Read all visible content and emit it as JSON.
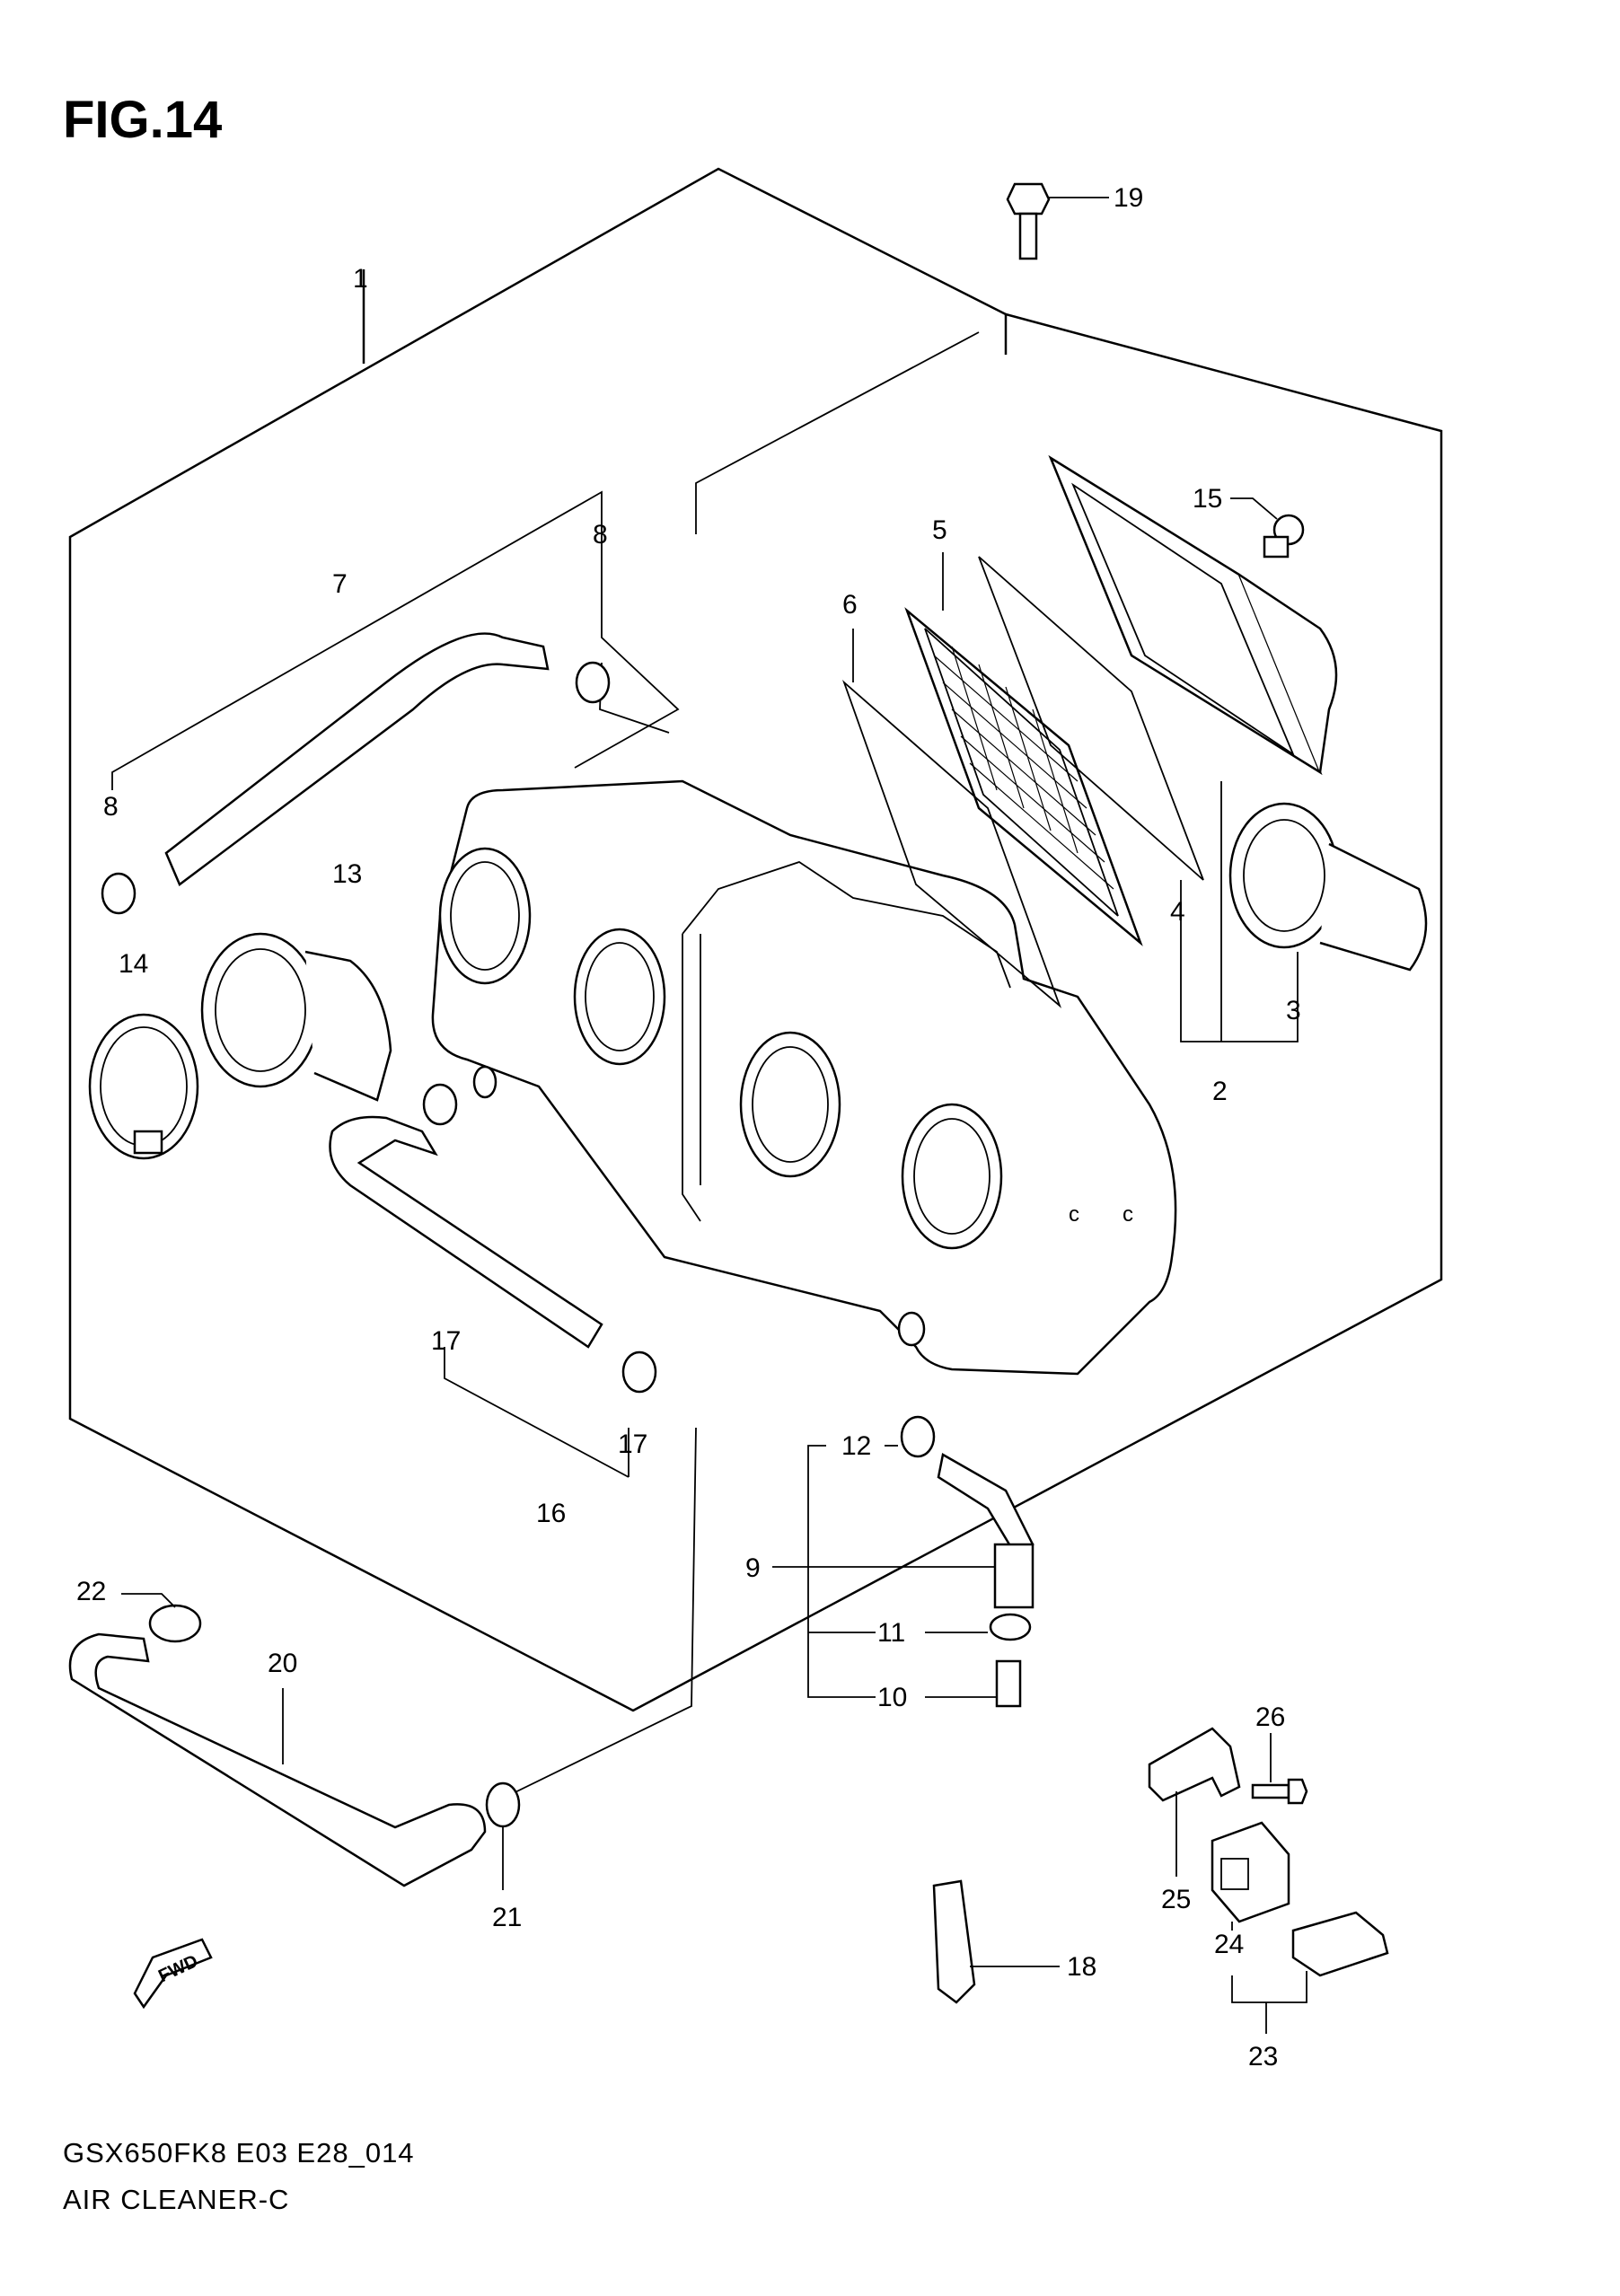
{
  "figure": {
    "title": "FIG.14"
  },
  "callouts": [
    {
      "id": "c1",
      "label": "1"
    },
    {
      "id": "c2",
      "label": "2"
    },
    {
      "id": "c3",
      "label": "3"
    },
    {
      "id": "c4",
      "label": "4"
    },
    {
      "id": "c5",
      "label": "5"
    },
    {
      "id": "c6",
      "label": "6"
    },
    {
      "id": "c7",
      "label": "7"
    },
    {
      "id": "c8a",
      "label": "8"
    },
    {
      "id": "c8b",
      "label": "8"
    },
    {
      "id": "c9",
      "label": "9"
    },
    {
      "id": "c10",
      "label": "10"
    },
    {
      "id": "c11",
      "label": "11"
    },
    {
      "id": "c12",
      "label": "12"
    },
    {
      "id": "c13",
      "label": "13"
    },
    {
      "id": "c14",
      "label": "14"
    },
    {
      "id": "c15",
      "label": "15"
    },
    {
      "id": "c16",
      "label": "16"
    },
    {
      "id": "c17a",
      "label": "17"
    },
    {
      "id": "c17b",
      "label": "17"
    },
    {
      "id": "c18",
      "label": "18"
    },
    {
      "id": "c19",
      "label": "19"
    },
    {
      "id": "c20",
      "label": "20"
    },
    {
      "id": "c21",
      "label": "21"
    },
    {
      "id": "c22",
      "label": "22"
    },
    {
      "id": "c23",
      "label": "23"
    },
    {
      "id": "c24",
      "label": "24"
    },
    {
      "id": "c25",
      "label": "25"
    },
    {
      "id": "c26",
      "label": "26"
    }
  ],
  "fwd_marker": "FWD",
  "footer": {
    "model_code": "GSX650FK8 E03 E28_014",
    "section_name": "AIR CLEANER-C"
  }
}
